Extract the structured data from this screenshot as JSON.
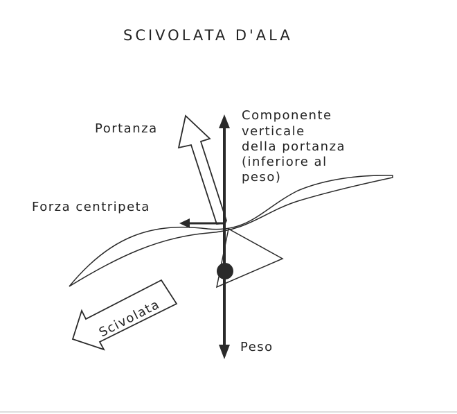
{
  "title": "SCIVOLATA D'ALA",
  "labels": {
    "lift": "Portanza",
    "vertical_component": [
      "Componente",
      "verticale",
      "della portanza",
      "(inferiore al",
      "peso)"
    ],
    "centripetal_force": "Forza centripeta",
    "sideslip": "Scivolata",
    "weight": "Peso"
  },
  "colors": {
    "ink": "#2a2a2a",
    "background": "#ffffff"
  }
}
